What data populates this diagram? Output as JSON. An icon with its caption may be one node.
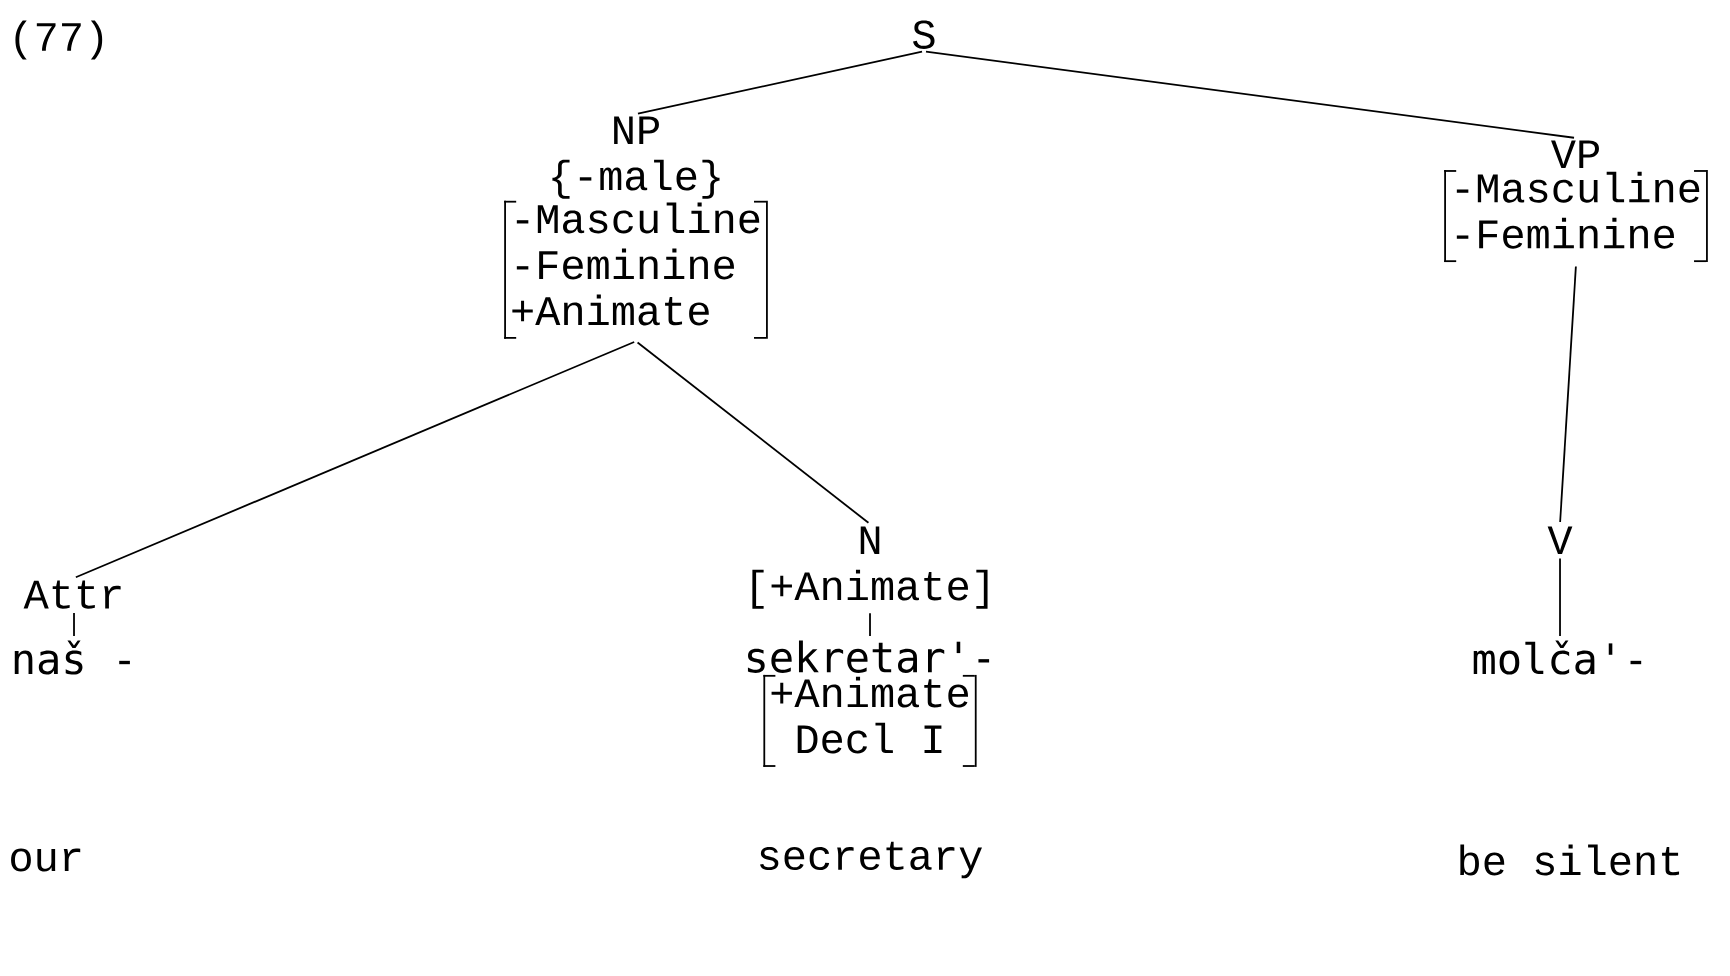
{
  "diagram": {
    "nodes": [
      {
        "text": [
          "S"
        ]
      },
      {
        "text": [
          "NP",
          "{-male}",
          "-Masculine",
          "-Feminine",
          "+Animate"
        ]
      },
      {
        "text": [
          "VP",
          "-Masculine",
          "-Feminine"
        ]
      },
      {
        "text": [
          "Attr"
        ]
      },
      {
        "text": [
          "N",
          "[+Animate]"
        ]
      },
      {
        "text": [
          "V"
        ]
      },
      {
        "text": [
          "naš -"
        ]
      },
      {
        "text": [
          "sekretar'-",
          "+Animate",
          "Decl I"
        ]
      },
      {
        "text": [
          "molča'-"
        ]
      }
    ],
    "edges": [
      {
        "from": 0,
        "to": 1,
        "arrow": "none"
      },
      {
        "from": 0,
        "to": 2,
        "arrow": "none"
      },
      {
        "from": 1,
        "to": 3,
        "arrow": "none"
      },
      {
        "from": 1,
        "to": 4,
        "arrow": "none"
      },
      {
        "from": 2,
        "to": 5,
        "arrow": "none"
      },
      {
        "from": 3,
        "to": 6,
        "arrow": "none"
      },
      {
        "from": 4,
        "to": 7,
        "arrow": "none"
      },
      {
        "from": 5,
        "to": 8,
        "arrow": "none"
      }
    ],
    "labels": [
      "(77)",
      "our",
      "secretary",
      "be silent"
    ]
  }
}
